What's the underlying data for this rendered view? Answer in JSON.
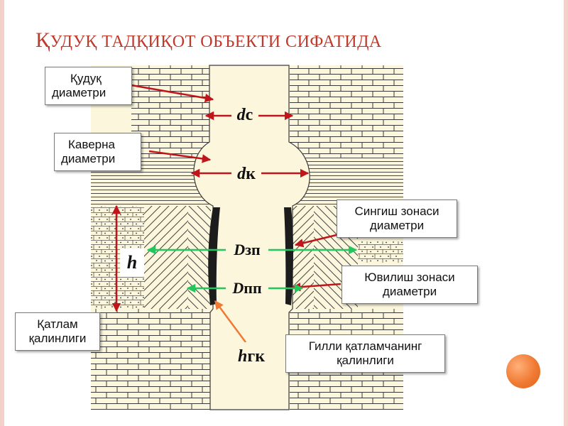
{
  "title": {
    "first": "Қ",
    "rest": "УДУҚ ТАДҚИҚОТ ОБЪЕКТИ СИФАТИДА"
  },
  "labels": {
    "well_diameter": [
      "Қудуқ",
      "диаметри"
    ],
    "cavern_diameter": [
      "Каверна",
      "диаметри"
    ],
    "infiltration_zone": [
      "Сингиш зонаси",
      "диаметри"
    ],
    "flushing_zone": [
      "Ювилиш зонаси",
      "диаметри"
    ],
    "layer_thickness": [
      "Қатлам",
      "қалинлиги"
    ],
    "clay_layer_thickness": [
      "Гилли қатламчанинг",
      "қалинлиги"
    ]
  },
  "symbols": {
    "dc": {
      "main": "d",
      "sub": "с"
    },
    "dk": {
      "main": "d",
      "sub": "к"
    },
    "dzp": {
      "main": "D",
      "sub": "зп"
    },
    "dpp": {
      "main": "D",
      "sub": "пп"
    },
    "h": {
      "main": "h",
      "sub": ""
    },
    "hgk": {
      "main": "h",
      "sub": "гк"
    }
  },
  "colors": {
    "title": "#c0392b",
    "arrow_red": "#c0151a",
    "arrow_green": "#22c55e",
    "arrow_orange": "#f07a33",
    "background_rock": "#fbf6dc"
  }
}
